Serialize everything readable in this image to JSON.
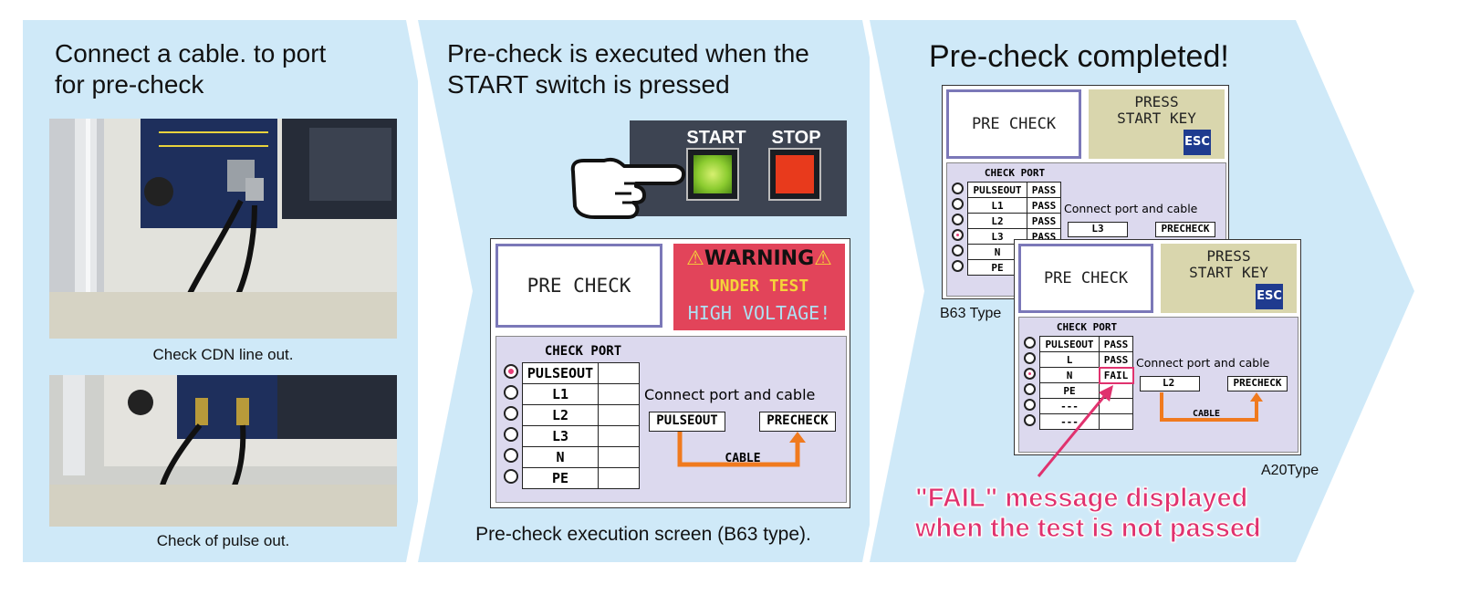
{
  "colors": {
    "panel": "#cfe9f8",
    "warning_bg": "#e2445a",
    "lcd_bg": "#dcd9ee",
    "press_bg": "#d9d6ad",
    "fail_pink": "#e0326e",
    "cable": "#f07a1e",
    "start_led": "#8ccc30",
    "stop_btn": "#e83a1c"
  },
  "step1": {
    "title_line1": "Connect a cable. to port",
    "title_line2": "for pre-check",
    "photo1_caption": "Check CDN line out.",
    "photo2_caption": "Check of pulse out."
  },
  "step2": {
    "title_line1": "Pre-check is executed when the",
    "title_line2": "START switch is pressed",
    "start_label": "START",
    "stop_label": "STOP",
    "caption": "Pre-check execution screen (B63 type).",
    "screen": {
      "header": "PRE CHECK",
      "warning_title": "WARNING",
      "warning_line2": "UNDER TEST",
      "warning_line3": "HIGH VOLTAGE!",
      "check_port": "CHECK PORT",
      "rows": [
        "PULSEOUT",
        "L1",
        "L2",
        "L3",
        "N",
        "PE"
      ],
      "selected_row": 0,
      "connect_text": "Connect port and cable",
      "port_box": "PULSEOUT",
      "precheck_btn": "PRECHECK",
      "cable_label": "CABLE"
    }
  },
  "step3": {
    "title": "Pre-check completed!",
    "b63_label": "B63 Type",
    "a20_label": "A20Type",
    "fail_note_line1": "\"FAIL\" message displayed",
    "fail_note_line2": "when the test is not passed",
    "b63": {
      "header": "PRE CHECK",
      "press1": "PRESS",
      "press2": "START KEY",
      "esc": "ESC",
      "check_port": "CHECK PORT",
      "rows": [
        [
          "PULSEOUT",
          "PASS"
        ],
        [
          "L1",
          "PASS"
        ],
        [
          "L2",
          "PASS"
        ],
        [
          "L3",
          "PASS"
        ],
        [
          "N",
          ""
        ],
        [
          "PE",
          ""
        ]
      ],
      "selected_row": 3,
      "connect_text": "Connect port and cable",
      "port_box": "L3",
      "precheck_btn": "PRECHECK"
    },
    "a20": {
      "header": "PRE CHECK",
      "press1": "PRESS",
      "press2": "START KEY",
      "esc": "ESC",
      "check_port": "CHECK PORT",
      "rows": [
        [
          "PULSEOUT",
          "PASS"
        ],
        [
          "L",
          "PASS"
        ],
        [
          "N",
          "FAIL"
        ],
        [
          "PE",
          ""
        ],
        [
          "---",
          ""
        ],
        [
          "---",
          ""
        ]
      ],
      "selected_row": 2,
      "connect_text": "Connect port and cable",
      "port_box": "L2",
      "precheck_btn": "PRECHECK",
      "cable_label": "CABLE"
    }
  }
}
